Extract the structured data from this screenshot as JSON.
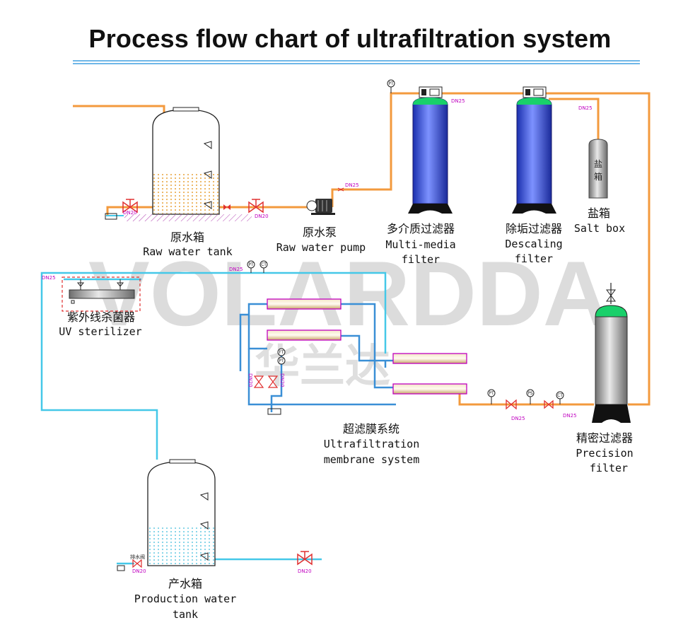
{
  "title": "Process flow chart of ultrafiltration system",
  "watermark": {
    "text": "VOLARDDA",
    "text_cn": "华兰达"
  },
  "colors": {
    "raw_line": "#f39a3d",
    "treated_line": "#45c8e8",
    "uf_line": "#3a8fd6",
    "tag": "#c000c0",
    "valve": "#e03030",
    "title_rule": "#6fb7e8"
  },
  "components": {
    "raw_water_tank": {
      "cn": "原水箱",
      "en": "Raw water tank"
    },
    "raw_water_pump": {
      "cn": "原水泵",
      "en": "Raw water pump"
    },
    "multi_media_filter": {
      "cn": "多介质过滤器",
      "en1": "Multi-media",
      "en2": "filter"
    },
    "descaling_filter": {
      "cn": "除垢过滤器",
      "en1": "Descaling",
      "en2": "filter"
    },
    "salt_box": {
      "cn": "盐箱",
      "en": "Salt box",
      "body_text": "盐箱"
    },
    "uv_sterilizer": {
      "cn": "紫外线杀菌器",
      "en": "UV sterilizer"
    },
    "uf_membrane": {
      "cn": "超滤膜系统",
      "en1": "Ultrafiltration",
      "en2": "membrane system"
    },
    "precision_filter": {
      "cn": "精密过滤器",
      "en1": "Precision",
      "en2": "filter"
    },
    "production_tank": {
      "cn": "产水箱",
      "en1": "Production water",
      "en2": "tank",
      "drain_label": "排水阀"
    }
  },
  "pipe_tags": {
    "dn20": "DN20",
    "dn25": "DN25"
  },
  "instruments": {
    "pt": "PT",
    "ct": "CT",
    "ps": "PS",
    "ft": "FT"
  }
}
